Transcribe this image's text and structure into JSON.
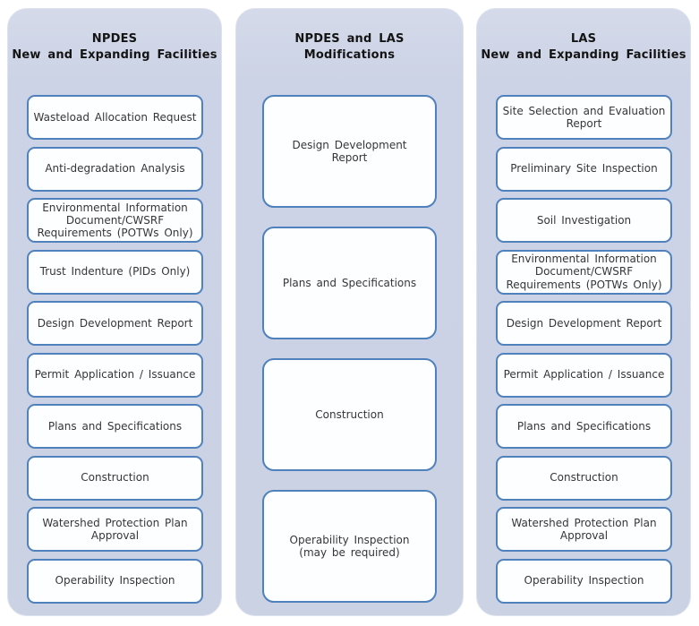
{
  "diagram": {
    "colors": {
      "panel_background": "#ccd3e6",
      "box_border": "#4f81bd",
      "box_background": "#fdfeff",
      "header_text": "#141414",
      "box_text": "#363636"
    },
    "columns": [
      {
        "id": "npdes-new-expanding",
        "title_line1": "NPDES",
        "title_line2": "New and Expanding Facilities",
        "boxes": [
          "Wasteload Allocation Request",
          "Anti-degradation Analysis",
          "Environmental Information Document/CWSRF Requirements (POTWs Only)",
          "Trust Indenture (PIDs Only)",
          "Design Development Report",
          "Permit Application / Issuance",
          "Plans and Specifications",
          "Construction",
          "Watershed Protection Plan Approval",
          "Operability Inspection"
        ]
      },
      {
        "id": "npdes-las-modifications",
        "title_line1": "NPDES and LAS",
        "title_line2": "Modifications",
        "boxes": [
          "Design Development Report",
          "Plans and Specifications",
          "Construction",
          "Operability Inspection (may be required)"
        ]
      },
      {
        "id": "las-new-expanding",
        "title_line1": "LAS",
        "title_line2": "New and Expanding Facilities",
        "boxes": [
          "Site Selection and Evaluation Report",
          "Preliminary Site Inspection",
          "Soil Investigation",
          "Environmental Information Document/CWSRF Requirements (POTWs Only)",
          "Design Development Report",
          "Permit Application / Issuance",
          "Plans and Specifications",
          "Construction",
          "Watershed Protection Plan Approval",
          "Operability Inspection"
        ]
      }
    ]
  }
}
